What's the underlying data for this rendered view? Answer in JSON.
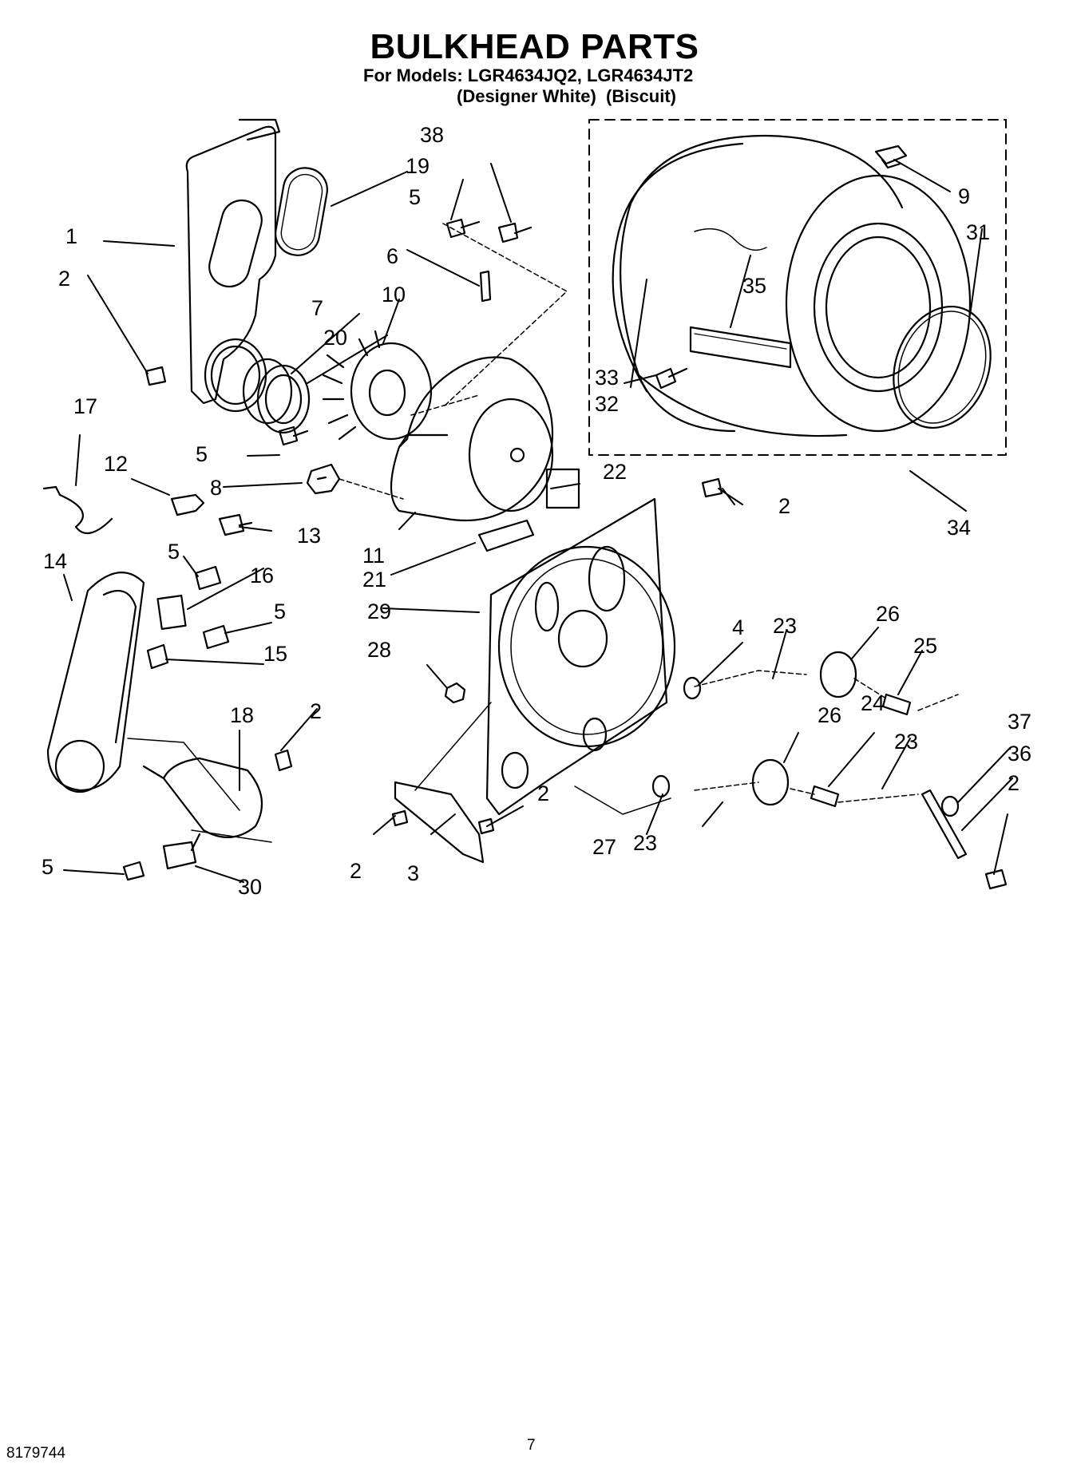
{
  "header": {
    "title": "BULKHEAD PARTS",
    "subtitle": "For Models: LGR4634JQ2, LGR4634JT2",
    "variants": "(Designer White)  (Biscuit)"
  },
  "callouts": [
    "1",
    "2",
    "3",
    "4",
    "5",
    "6",
    "7",
    "8",
    "9",
    "10",
    "11",
    "12",
    "13",
    "14",
    "15",
    "16",
    "17",
    "18",
    "19",
    "20",
    "21",
    "22",
    "23",
    "24",
    "25",
    "26",
    "27",
    "28",
    "29",
    "30",
    "31",
    "32",
    "33",
    "34",
    "35",
    "36",
    "37",
    "38"
  ],
  "footer": {
    "doc_number": "8179744",
    "page_number": "7"
  },
  "colors": {
    "ink": "#000000",
    "paper": "#ffffff"
  }
}
